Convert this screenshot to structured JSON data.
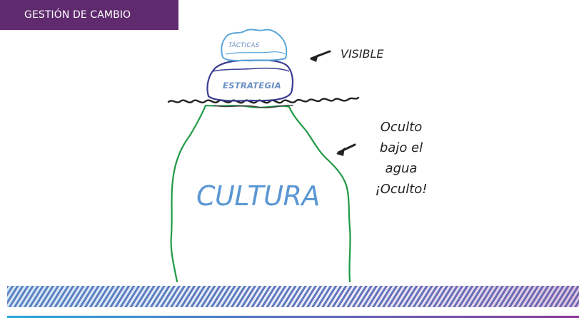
{
  "header": {
    "title": "GESTIÓN DE CAMBIO",
    "background_color": "#5f2a6e"
  },
  "diagram": {
    "tip_label": "TÁCTICAS",
    "middle_label": "ESTRATEGIA",
    "base_label": "CULTURA",
    "visible_label": "VISIBLE",
    "hidden_label_lines": [
      "Oculto",
      "bajo el",
      "agua",
      "¡Oculto!"
    ],
    "colors": {
      "tacticas_outline": "#5aa6d8",
      "estrategia_outline": "#3a3c93",
      "cultura_outline": "#1f9a44",
      "waterline": "#222222",
      "label_blue": "#5b97d3"
    }
  },
  "footer": {
    "stripe_colors": [
      "#7a63b8",
      "#4c8ec6"
    ],
    "line_gradient": [
      "#2aa7d9",
      "#5a6fc0",
      "#8b3a97"
    ]
  }
}
